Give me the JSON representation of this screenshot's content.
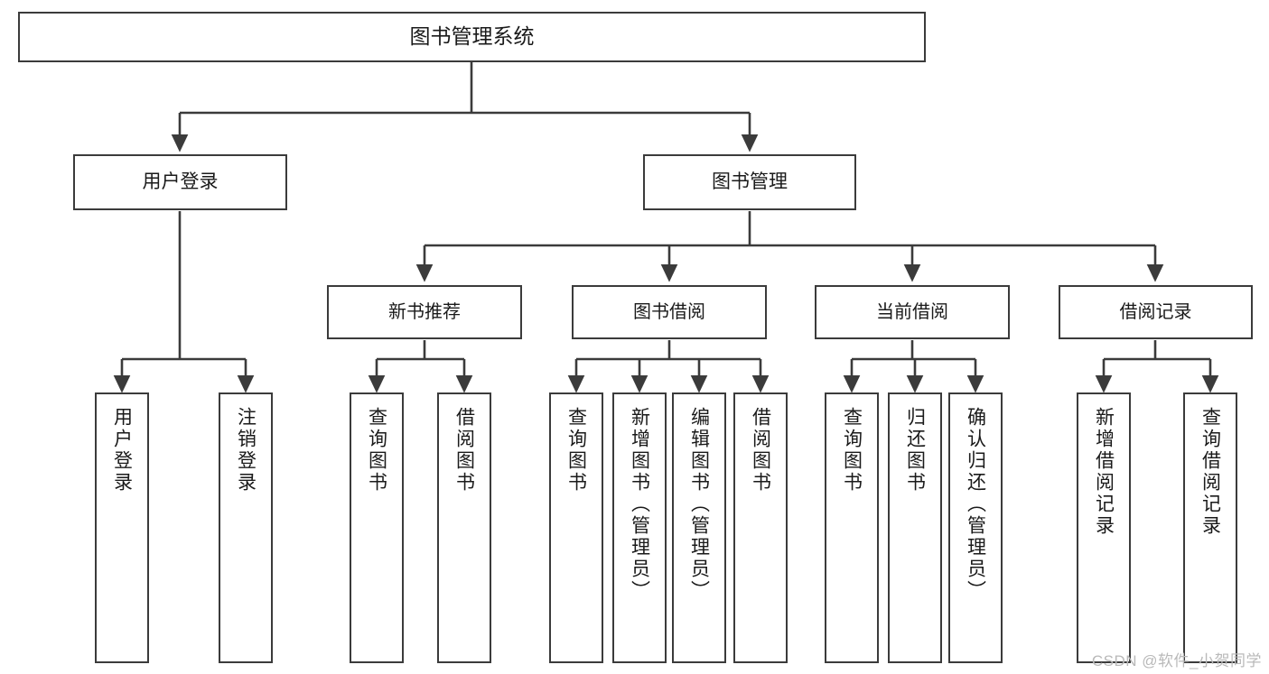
{
  "diagram": {
    "type": "tree",
    "title": "图书管理系统",
    "watermark": "CSDN @软件_小贺同学",
    "colors": {
      "box_stroke": "#3b3b3b",
      "box_fill": "#ffffff",
      "line": "#3b3b3b",
      "text": "#1a1a1a",
      "watermark": "#b9b9b9"
    },
    "nodes": {
      "root": {
        "label": "图书管理系统"
      },
      "level2": [
        {
          "id": "user-login",
          "label": "用户登录"
        },
        {
          "id": "book-manage",
          "label": "图书管理"
        }
      ],
      "level3": [
        {
          "id": "new-book-rec",
          "label": "新书推荐"
        },
        {
          "id": "book-borrow",
          "label": "图书借阅"
        },
        {
          "id": "current-borrow",
          "label": "当前借阅"
        },
        {
          "id": "borrow-record",
          "label": "借阅记录"
        }
      ],
      "leaves": {
        "user_login": [
          {
            "id": "leaf-user-login",
            "label": "用户登录"
          },
          {
            "id": "leaf-logout",
            "label": "注销登录"
          }
        ],
        "new_book_rec": [
          {
            "id": "leaf-query-book-1",
            "label": "查询图书"
          },
          {
            "id": "leaf-borrow-book-1",
            "label": "借阅图书"
          }
        ],
        "book_borrow": [
          {
            "id": "leaf-query-book-2",
            "label": "查询图书"
          },
          {
            "id": "leaf-add-book",
            "label": "新增图书（管理员）"
          },
          {
            "id": "leaf-edit-book",
            "label": "编辑图书（管理员）"
          },
          {
            "id": "leaf-borrow-book-2",
            "label": "借阅图书"
          }
        ],
        "current_borrow": [
          {
            "id": "leaf-query-book-3",
            "label": "查询图书"
          },
          {
            "id": "leaf-return-book",
            "label": "归还图书"
          },
          {
            "id": "leaf-confirm-return",
            "label": "确认归还（管理员）"
          }
        ],
        "borrow_record": [
          {
            "id": "leaf-add-record",
            "label": "新增借阅记录"
          },
          {
            "id": "leaf-query-record",
            "label": "查询借阅记录"
          }
        ]
      }
    }
  }
}
